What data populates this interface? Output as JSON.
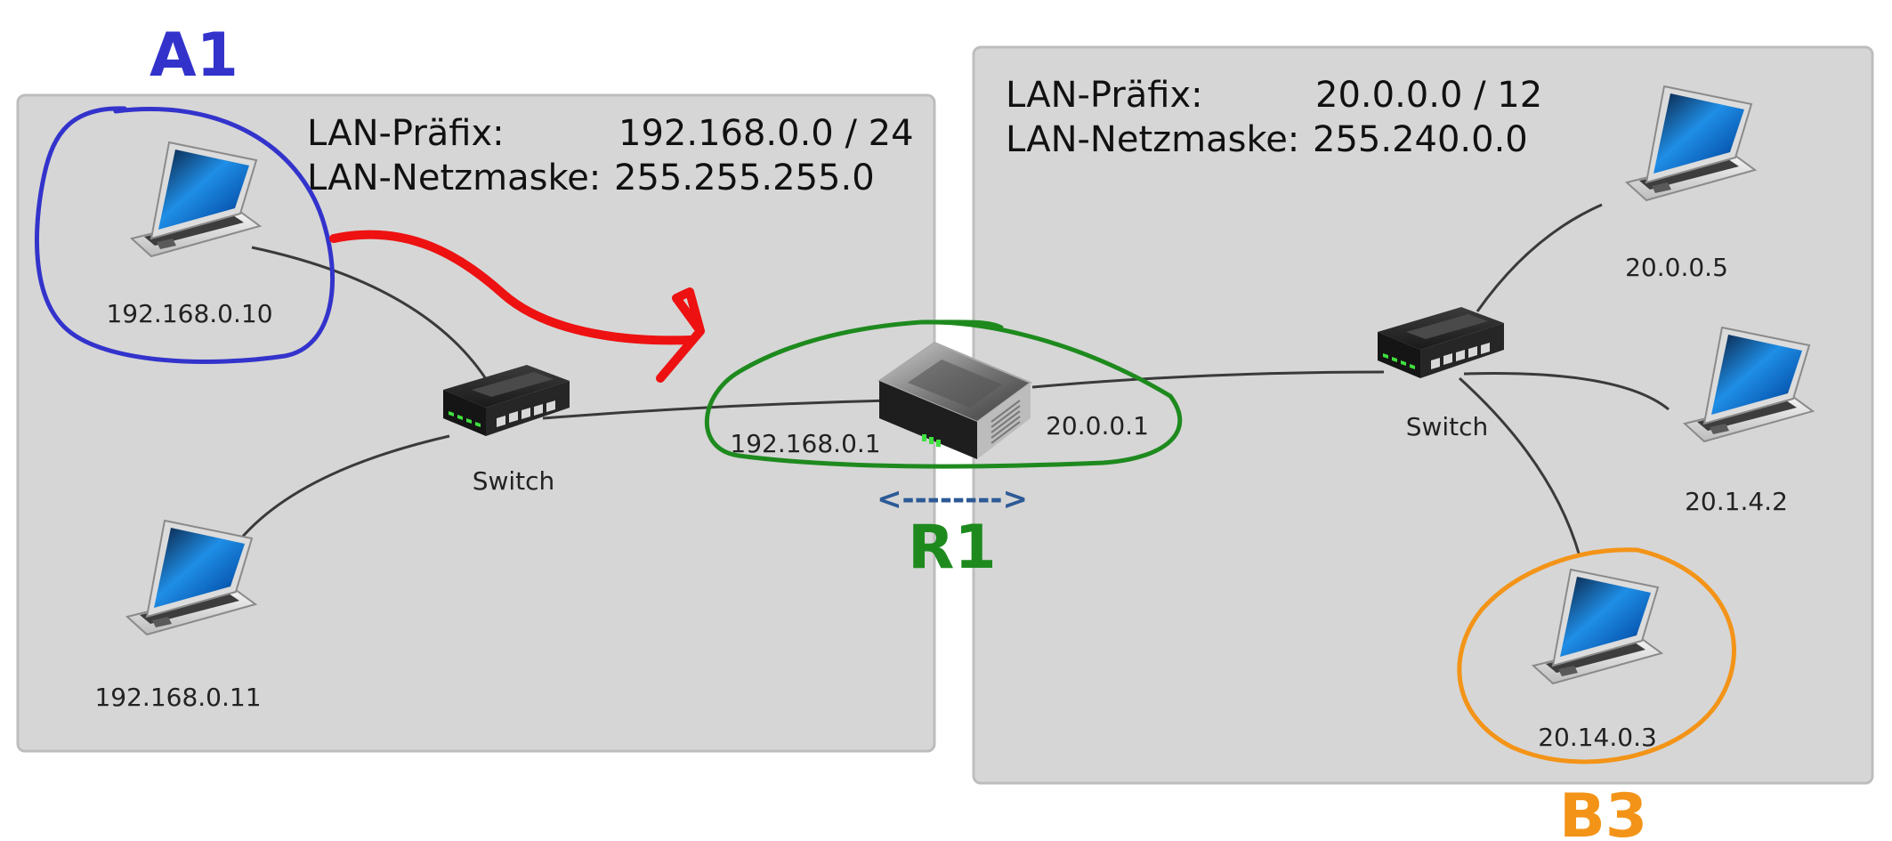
{
  "colors": {
    "lan_box_fill": "#d6d6d6",
    "lan_box_border": "#bdbdbd",
    "cable": "#3a3a3a",
    "annotation_a1": "#3333cc",
    "annotation_r1": "#1e8a1e",
    "annotation_b3": "#f39418",
    "arrow": "#ee1111",
    "bidirectional_arrow": "#2d5a96"
  },
  "lan_left": {
    "prefix_label": "LAN-Präfix:",
    "prefix_value": "192.168.0.0 / 24",
    "netmask_label": "LAN-Netzmaske:",
    "netmask_value": "255.255.255.0",
    "switch_label": "Switch",
    "hosts": [
      {
        "ip": "192.168.0.10",
        "icon": "laptop-icon"
      },
      {
        "ip": "192.168.0.11",
        "icon": "laptop-icon"
      }
    ]
  },
  "lan_right": {
    "prefix_label": "LAN-Präfix:",
    "prefix_value": "20.0.0.0 / 12",
    "netmask_label": "LAN-Netzmaske:",
    "netmask_value": "255.240.0.0",
    "switch_label": "Switch",
    "hosts": [
      {
        "ip": "20.0.0.5",
        "icon": "laptop-icon"
      },
      {
        "ip": "20.1.4.2",
        "icon": "laptop-icon"
      },
      {
        "ip": "20.14.0.3",
        "icon": "laptop-icon"
      }
    ]
  },
  "router": {
    "icon": "router-icon",
    "left_ip": "192.168.0.1",
    "right_ip": "20.0.0.1",
    "double_arrow": "<-------->"
  },
  "annotations": {
    "a1": "A1",
    "r1": "R1",
    "b3": "B3"
  }
}
